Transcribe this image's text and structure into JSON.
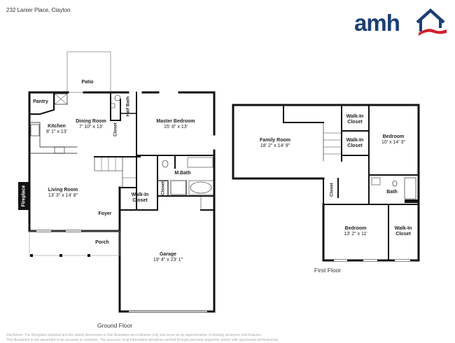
{
  "header": {
    "address": "232 Lanier Place, Clayton",
    "logo": {
      "text": "amh",
      "icon": "house-roof-icon",
      "brand_color": "#1b3f76",
      "accent_color": "#d0202e"
    }
  },
  "ground_floor": {
    "title": "Ground Floor",
    "rooms": [
      {
        "name": "Patio",
        "dims": ""
      },
      {
        "name": "Pantry",
        "dims": ""
      },
      {
        "name": "Kitchen",
        "dims": "8' 1\" x 13'"
      },
      {
        "name": "Dining Room",
        "dims": "7' 10\" x 13'"
      },
      {
        "name": "Half Bath",
        "dims": ""
      },
      {
        "name": "Closet",
        "dims": ""
      },
      {
        "name": "Master Bedroom",
        "dims": "15' 8\" x 13'"
      },
      {
        "name": "M.Bath",
        "dims": ""
      },
      {
        "name": "Closet",
        "dims": ""
      },
      {
        "name": "Walk-In Closet",
        "dims": ""
      },
      {
        "name": "Living Room",
        "dims": "13' 3\" x 14' 8\""
      },
      {
        "name": "Fireplace",
        "dims": ""
      },
      {
        "name": "Foyer",
        "dims": ""
      },
      {
        "name": "Porch",
        "dims": ""
      },
      {
        "name": "Garage",
        "dims": "19' 4\" x 23' 1\""
      }
    ]
  },
  "first_floor": {
    "title": "First Floor",
    "rooms": [
      {
        "name": "Family Room",
        "dims": "18' 2\" x 14' 9\""
      },
      {
        "name": "Walk-In Closet",
        "dims": ""
      },
      {
        "name": "Walk-In Closet",
        "dims": ""
      },
      {
        "name": "Bedroom",
        "dims": "10' x 14' 3\""
      },
      {
        "name": "Closet",
        "dims": ""
      },
      {
        "name": "Bath",
        "dims": ""
      },
      {
        "name": "Bedroom",
        "dims": "13' 2\" x 11'"
      },
      {
        "name": "Walk-In Closet",
        "dims": ""
      }
    ]
  },
  "footer": {
    "disclaimer_line1": "Disclaimer: The floorplans depicted and the stated dimensions in this illustration are indicative only and serve as an approximation of existing structures and features.",
    "disclaimer_line2": "This illustration is not warranted to be accurate or complete. The accuracy of all information should be verified through personal inspection and/or with appropriate professionals."
  }
}
